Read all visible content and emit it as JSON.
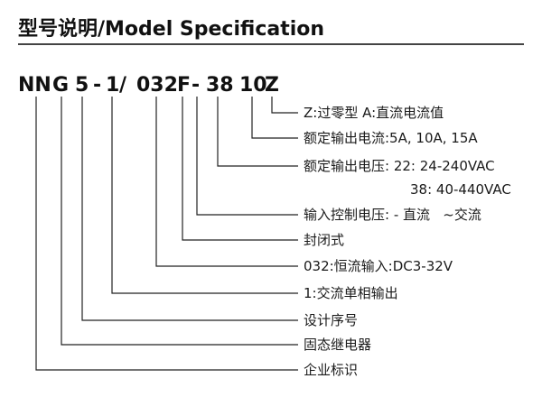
{
  "title": "型号说明/Model Specification",
  "model_code": {
    "segments": [
      "NN",
      "G",
      "5",
      "-",
      "1",
      "/",
      "032",
      "F",
      "-",
      "38",
      "10",
      "Z"
    ]
  },
  "descriptions": [
    {
      "id": "zero-cross",
      "text": "Z:过零型 A:直流电流值"
    },
    {
      "id": "rated-current",
      "text": "额定输出电流:5A, 10A, 15A"
    },
    {
      "id": "rated-voltage",
      "text": "额定输出电压: 22: 24-240VAC"
    },
    {
      "id": "rated-voltage-2",
      "text": "38: 40-440VAC"
    },
    {
      "id": "input-control",
      "text": "输入控制电压: - 直流   ~交流"
    },
    {
      "id": "sealed",
      "text": "封闭式"
    },
    {
      "id": "input-range",
      "text": "032:恒流输入:DC3-32V"
    },
    {
      "id": "ac-single-phase",
      "text": "1:交流单相输出"
    },
    {
      "id": "design-serial",
      "text": "设计序号"
    },
    {
      "id": "ssr",
      "text": "固态继电器"
    },
    {
      "id": "company-mark",
      "text": "企业标识"
    }
  ]
}
